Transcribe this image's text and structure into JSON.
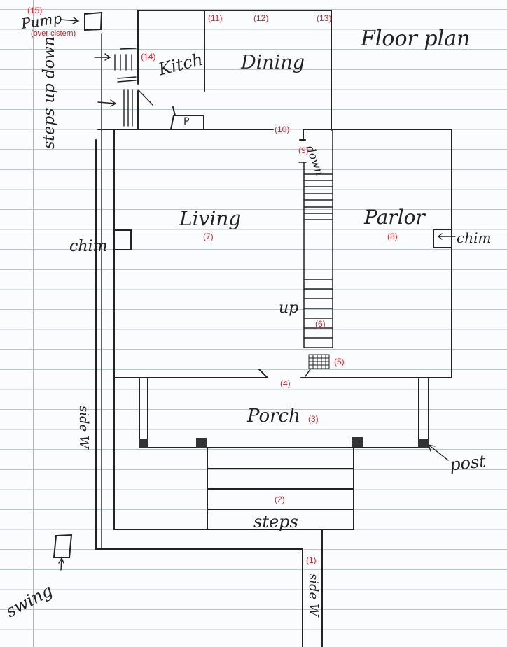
{
  "title": "Floor plan",
  "rooms": {
    "kitchen": "Kitch",
    "dining": "Dining",
    "living": "Living",
    "parlor": "Parlor",
    "porch": "Porch"
  },
  "annotations": {
    "pump": "Pump",
    "pump_note": "(over cistern)",
    "steps_up_down": "steps up down",
    "chimney_left": "chim",
    "chimney_right": "chim",
    "stairs_down": "down",
    "stairs_up": "up",
    "post": "post",
    "steps": "steps",
    "sidewalk_left": "side W",
    "sidewalk_bottom": "side W",
    "swing": "swing",
    "p_box": "P"
  },
  "markers": [
    {
      "id": "1",
      "label": "(1)"
    },
    {
      "id": "2",
      "label": "(2)"
    },
    {
      "id": "3",
      "label": "(3)"
    },
    {
      "id": "4",
      "label": "(4)"
    },
    {
      "id": "5",
      "label": "(5)"
    },
    {
      "id": "6",
      "label": "(6)"
    },
    {
      "id": "7",
      "label": "(7)"
    },
    {
      "id": "8",
      "label": "(8)"
    },
    {
      "id": "9",
      "label": "(9)"
    },
    {
      "id": "10",
      "label": "(10)"
    },
    {
      "id": "11",
      "label": "(11)"
    },
    {
      "id": "12",
      "label": "(12)"
    },
    {
      "id": "13",
      "label": "(13)"
    },
    {
      "id": "14",
      "label": "(14)"
    },
    {
      "id": "15",
      "label": "(15)"
    }
  ],
  "colors": {
    "ink": "#222222",
    "marker": "#d4232b",
    "rule_line": "#b9c6cc",
    "margin_line": "#d9a0bd",
    "paper": "#fbfcfd"
  }
}
